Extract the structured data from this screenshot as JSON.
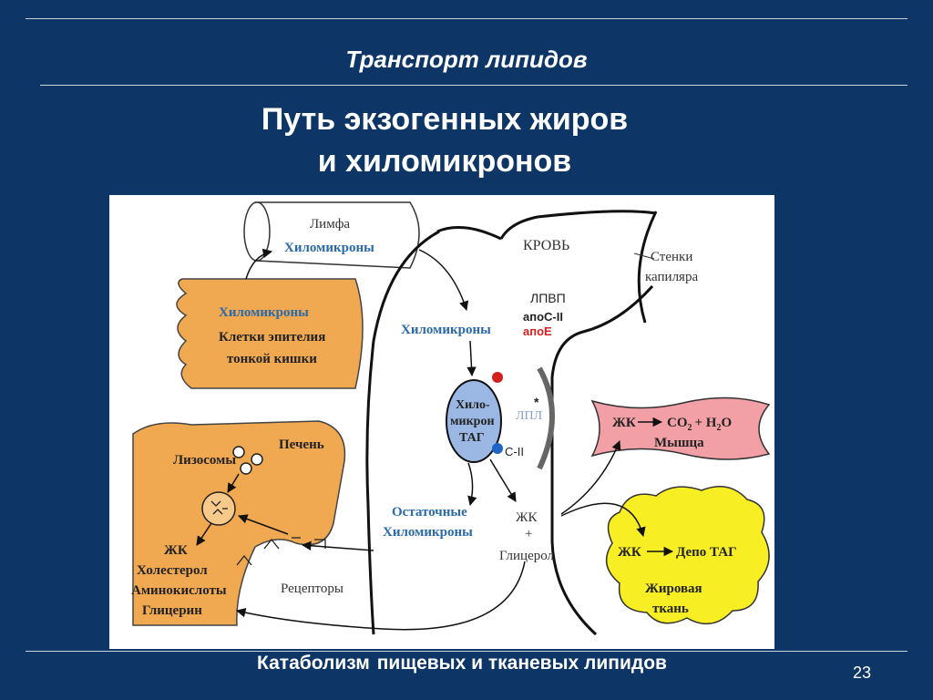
{
  "header": {
    "title": "Транспорт липидов"
  },
  "slide": {
    "subtitle_line1": "Путь экзогенных жиров",
    "subtitle_line2": "и хиломикронов",
    "page_number": "23"
  },
  "footer": {
    "part1": "Катаболизм",
    "part2": "пищевых и тканевых липидов"
  },
  "diagram": {
    "lymph": "Лимфа",
    "lymph_chylomicrons": "Хиломикроны",
    "blood": "КРОВЬ",
    "capillary_wall_line1": "Стенки",
    "capillary_wall_line2": "капиляра",
    "intestine_chylomicrons": "Хиломикроны",
    "intestine_line1": "Клетки эпителия",
    "intestine_line2": "тонкой кишки",
    "blood_chylomicrons": "Хиломикроны",
    "hdl": "ЛПВП",
    "apoc2": "апоС-II",
    "apoe": "апоЕ",
    "chylo_line1": "Хило-",
    "chylo_line2": "микрон",
    "chylo_line3": "ТАГ",
    "c2": "С-II",
    "lpl": "ЛПЛ",
    "star": "*",
    "muscle_fa": "ЖК",
    "muscle_co2": "CO",
    "muscle_co2_sub": "2",
    "muscle_plus": "+ H",
    "muscle_h2o_sub": "2",
    "muscle_o": "O",
    "muscle": "Мышца",
    "lysosomes": "Лизосомы",
    "liver": "Печень",
    "remnant_line1": "Остаточные",
    "remnant_line2": "Хиломикроны",
    "fa": "ЖК",
    "fa_plus": "+",
    "glycerol": "Глицерол",
    "liver_fa": "ЖК",
    "liver_cholesterol": "Холестерол",
    "liver_amino": "Аминокислоты",
    "liver_glycerin": "Глицерин",
    "receptors": "Рецепторы",
    "adipose_fa": "ЖК",
    "adipose_depot": "Депо ТАГ",
    "adipose_line1": "Жировая",
    "adipose_line2": "ткань"
  }
}
